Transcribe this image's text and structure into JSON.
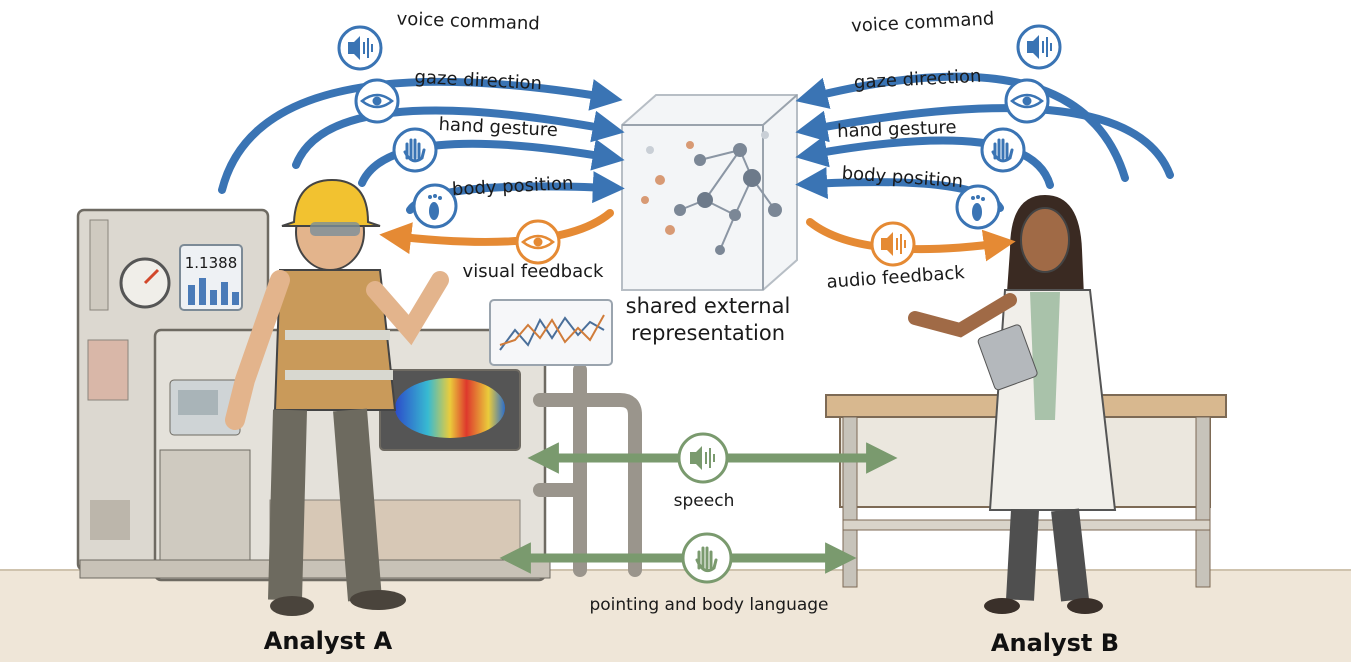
{
  "colors": {
    "input_blue": "#3a74b4",
    "feedback_orange": "#e58a34",
    "communication_green": "#7a9a6e",
    "floor": "#efe6d8",
    "machine": "#dcd8d0"
  },
  "analyst_a": {
    "name": "Analyst A",
    "inputs": [
      {
        "label": "voice command",
        "icon": "speaker-icon"
      },
      {
        "label": "gaze direction",
        "icon": "eye-icon"
      },
      {
        "label": "hand gesture",
        "icon": "hand-icon"
      },
      {
        "label": "body position",
        "icon": "footprint-icon"
      }
    ],
    "feedback": {
      "label": "visual feedback",
      "icon": "eye-icon"
    }
  },
  "analyst_b": {
    "name": "Analyst B",
    "inputs": [
      {
        "label": "voice command",
        "icon": "speaker-icon"
      },
      {
        "label": "gaze direction",
        "icon": "eye-icon"
      },
      {
        "label": "hand gesture",
        "icon": "hand-icon"
      },
      {
        "label": "body position",
        "icon": "footprint-icon"
      }
    ],
    "feedback": {
      "label": "audio feedback",
      "icon": "speaker-icon"
    }
  },
  "center": {
    "line1": "shared external",
    "line2": "representation"
  },
  "communication": {
    "speech": {
      "label": "speech",
      "icon": "speaker-icon"
    },
    "gesture": {
      "label": "pointing and body language",
      "icon": "hand-icon"
    }
  },
  "gauge_readout": "1.1388"
}
